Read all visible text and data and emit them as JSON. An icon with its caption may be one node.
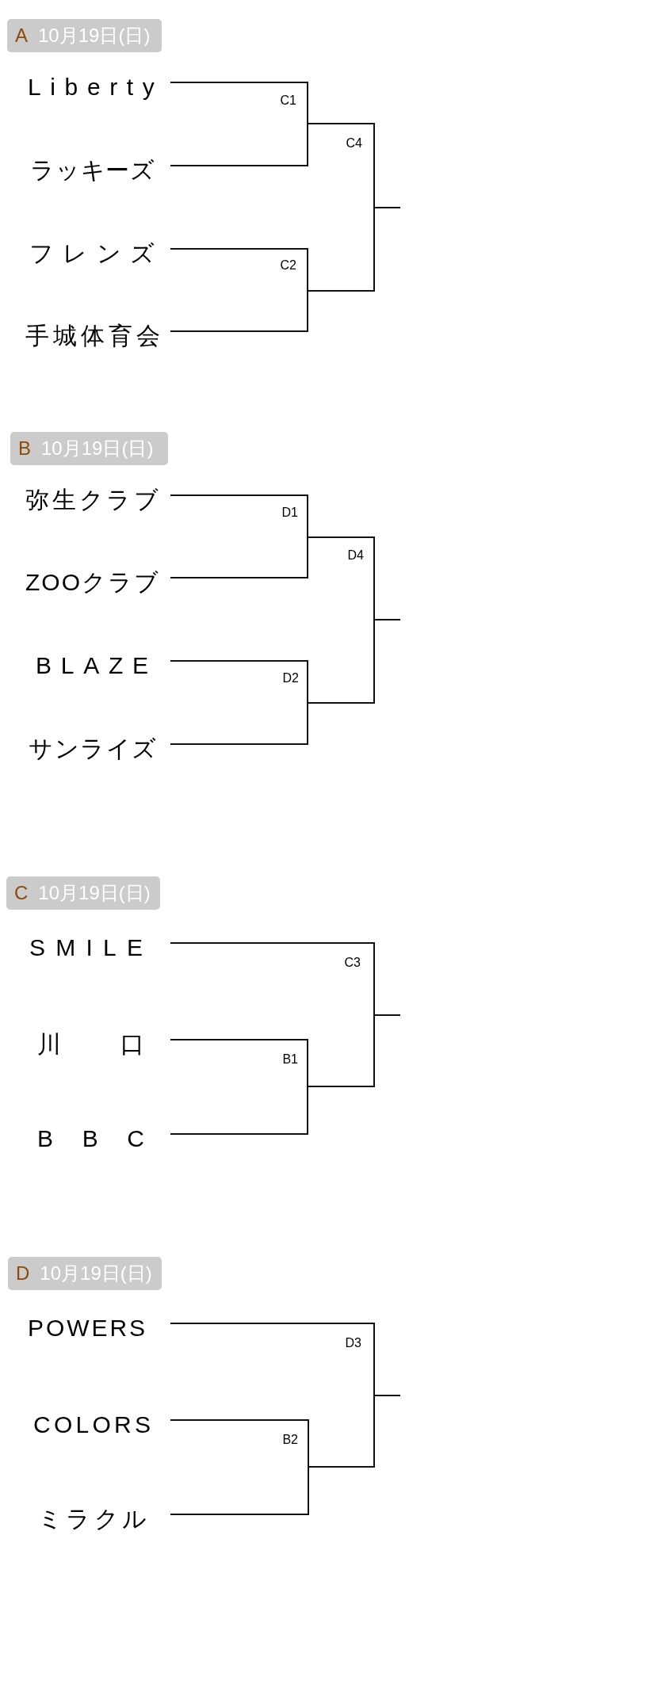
{
  "diagram": {
    "nodes": [
      {
        "text": [
          "A",
          "10月19日(日)"
        ]
      },
      {
        "text": [
          "L i b e r t y"
        ]
      },
      {
        "text": [
          "ラッキーズ"
        ]
      },
      {
        "text": [
          "フレンズ"
        ]
      },
      {
        "text": [
          "手城体育会"
        ]
      },
      {
        "text": [
          "B",
          "10月19日(日)"
        ]
      },
      {
        "text": [
          "弥生クラブ"
        ]
      },
      {
        "text": [
          "ZOOクラブ"
        ]
      },
      {
        "text": [
          "B L A Z E"
        ]
      },
      {
        "text": [
          "サンライズ"
        ]
      },
      {
        "text": [
          "C",
          "10月19日(日)"
        ]
      },
      {
        "text": [
          "S M I L E"
        ]
      },
      {
        "text": [
          "川口"
        ]
      },
      {
        "text": [
          "B B C"
        ]
      },
      {
        "text": [
          "D",
          "10月19日(日)"
        ]
      },
      {
        "text": [
          "POWERS"
        ]
      },
      {
        "text": [
          "COLORS"
        ]
      },
      {
        "text": [
          "ミラクル"
        ]
      }
    ],
    "edges": [
      {
        "from": 1,
        "to": null,
        "arrow": "none"
      },
      {
        "from": 2,
        "to": null,
        "arrow": "none"
      },
      {
        "from": 3,
        "to": null,
        "arrow": "none"
      },
      {
        "from": 4,
        "to": null,
        "arrow": "none"
      },
      {
        "from": 6,
        "to": null,
        "arrow": "none"
      },
      {
        "from": 7,
        "to": null,
        "arrow": "none"
      },
      {
        "from": 8,
        "to": null,
        "arrow": "none"
      },
      {
        "from": 9,
        "to": null,
        "arrow": "none"
      },
      {
        "from": 11,
        "to": null,
        "arrow": "none"
      },
      {
        "from": 12,
        "to": null,
        "arrow": "none"
      },
      {
        "from": 13,
        "to": null,
        "arrow": "none"
      },
      {
        "from": 15,
        "to": null,
        "arrow": "none"
      },
      {
        "from": 16,
        "to": null,
        "arrow": "none"
      },
      {
        "from": 17,
        "to": null,
        "arrow": "none"
      }
    ],
    "labels": [
      "C1",
      "C4",
      "C2",
      "D1",
      "D4",
      "D2",
      "C3",
      "B1",
      "D3",
      "B2"
    ]
  }
}
